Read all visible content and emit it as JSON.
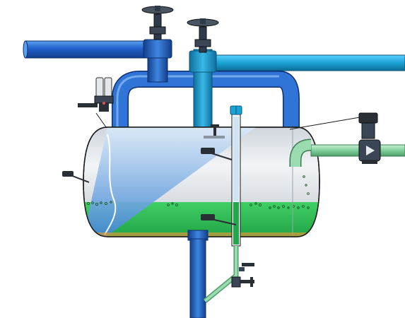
{
  "diagram": {
    "colors": {
      "pipe_blue": "#1f5fc8",
      "pipe_blue_light": "#3d86e0",
      "pipe_cyan": "#1aa3d6",
      "pipe_green": "#7fcf9a",
      "liquid_green": "#22a84a",
      "vessel_gray": "#d9dde2",
      "vapor_blue": "#4c8fd6",
      "outline": "#1a1a1a",
      "valve_dark": "#2a2f36"
    },
    "components": [
      "header-pipe-left",
      "header-pipe-right",
      "handwheel-valve-left",
      "handwheel-valve-right",
      "u-pipe-loop",
      "separator-vessel",
      "level-gauge-column",
      "gauge-sensor-right",
      "inlet-pipe-right",
      "drain-pipe-bottom",
      "thermometer-probes",
      "pressure-switch-left"
    ]
  }
}
